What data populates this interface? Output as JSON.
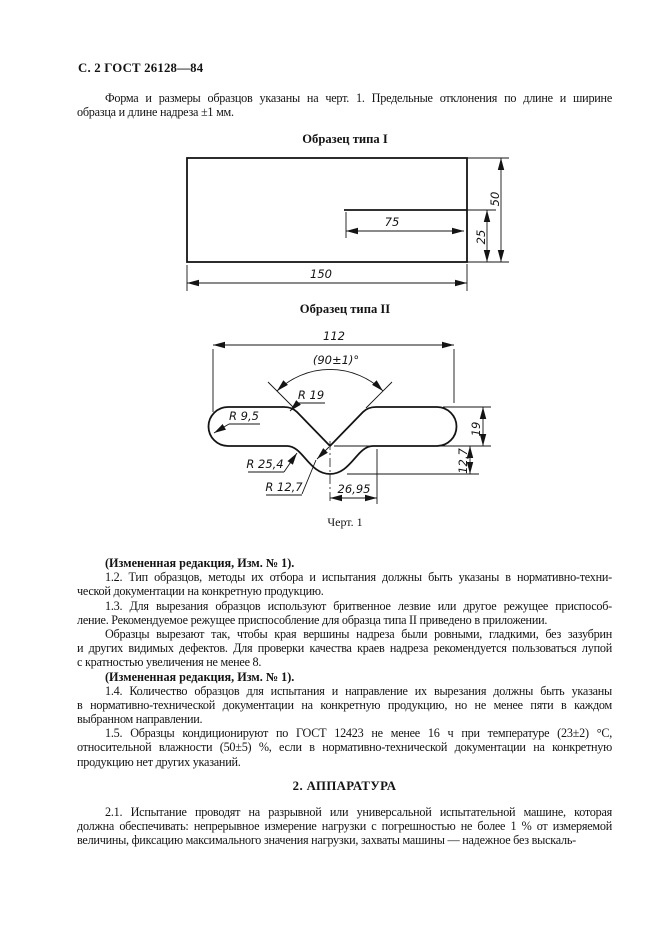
{
  "page": {
    "header": "С. 2 ГОСТ 26128—84",
    "figure_caption": "Черт. 1",
    "section_heading": "2. АППАРАТУРА"
  },
  "intro": {
    "paragraphs": [
      {
        "lines": [
          "Форма и размеры образцов указаны на черт. 1. Предельные отклонения по длине и ширине",
          "образца и длине надреза ±1 мм."
        ]
      }
    ]
  },
  "body": {
    "paragraphs_before_heading": [
      {
        "bold": true,
        "lines": [
          "(Измененная редакция, Изм. № 1)."
        ]
      },
      {
        "lines": [
          "1.2. Тип образцов, методы их отбора и испытания должны быть указаны в нормативно-техни-",
          "ческой документации на конкретную продукцию."
        ]
      },
      {
        "lines": [
          "1.3. Для вырезания образцов используют бритвенное лезвие или другое режущее приспособ-",
          "ление. Рекомендуемое режущее приспособление для образца типа II приведено в приложении."
        ]
      },
      {
        "lines": [
          "Образцы вырезают так, чтобы края вершины надреза были ровными, гладкими, без зазубрин",
          "и других видимых дефектов. Для проверки качества краев надреза рекомендуется пользоваться лупой",
          "с кратностью увеличения не менее 8."
        ]
      },
      {
        "bold": true,
        "lines": [
          "(Измененная редакция, Изм. № 1)."
        ]
      },
      {
        "lines": [
          "1.4. Количество образцов для испытания и направление их вырезания должны быть указаны",
          "в нормативно-технической документации на конкретную продукцию, но не менее пяти в каждом",
          "выбранном направлении."
        ]
      },
      {
        "lines": [
          "1.5. Образцы кондиционируют по ГОСТ 12423 не менее 16 ч при температуре (23±2) °С,",
          "относительной влажности (50±5) %, если в нормативно-технической документации на конкретную",
          "продукцию нет других указаний."
        ]
      }
    ],
    "paragraphs_after_heading": [
      {
        "lines": [
          "2.1. Испытание проводят на разрывной или универсальной испытательной машине, которая",
          "должна обеспечивать: непрерывное измерение нагрузки с погрешностью не более 1 % от измеряемой",
          "величины, фиксацию максимального значения нагрузки, захваты машины — надежное без выскаль-"
        ]
      }
    ]
  },
  "figure1": {
    "title": "Образец типа I",
    "dim_length": "150",
    "dim_width": "50",
    "dim_notch_length": "75",
    "dim_notch_offset": "25"
  },
  "figure2": {
    "title": "Образец типа II",
    "dim_width": "112",
    "dim_angle": "(90±1)°",
    "dim_r19": "R 19",
    "dim_r95": "R 9,5",
    "dim_r254": "R 25,4",
    "dim_r127": "R 12,7",
    "dim_notch_half": "26,95",
    "dim_height": "19",
    "dim_depth": "12,7"
  }
}
